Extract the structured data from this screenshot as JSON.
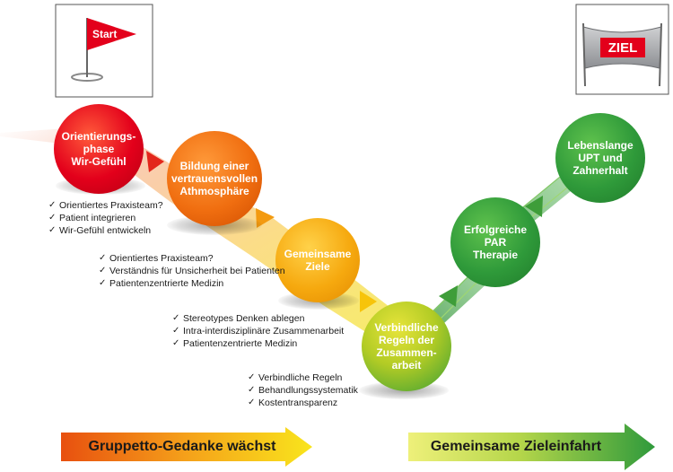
{
  "start_label": "Start",
  "ziel_label": "ZIEL",
  "balls": [
    {
      "text": "Orientierungs-\nphase\nWir-Gefühl"
    },
    {
      "text": "Bildung einer\nvertrauensvollen\nAthmosphäre"
    },
    {
      "text": "Gemeinsame\nZiele"
    },
    {
      "text": "Verbindliche\nRegeln der\nZusammen-\narbeit"
    },
    {
      "text": "Erfolgreiche\nPAR\nTherapie"
    },
    {
      "text": "Lebenslange\nUPT und\nZahnerhalt"
    }
  ],
  "lists": [
    {
      "items": [
        "Orientiertes Praxisteam?",
        "Patient integrieren",
        "Wir-Gefühl entwickeln"
      ]
    },
    {
      "items": [
        "Orientiertes Praxisteam?",
        "Verständnis für Unsicherheit bei Patienten",
        "Patientenzentrierte Medizin"
      ]
    },
    {
      "items": [
        "Stereotypes Denken ablegen",
        "Intra-interdisziplinäre Zusammenarbeit",
        "Patientenzentrierte Medizin"
      ]
    },
    {
      "items": [
        "Verbindliche Regeln",
        "Behandlungssystematik",
        "Kostentransparenz"
      ]
    }
  ],
  "banners": {
    "left": "Gruppetto-Gedanke wächst",
    "right": "Gemeinsame Zieleinfahrt"
  },
  "colors": {
    "red": "#e3001b",
    "orange": "#f39200",
    "yellow": "#f7d100",
    "green": "#2e9a3a",
    "lightgreen": "#a8cf3c"
  }
}
